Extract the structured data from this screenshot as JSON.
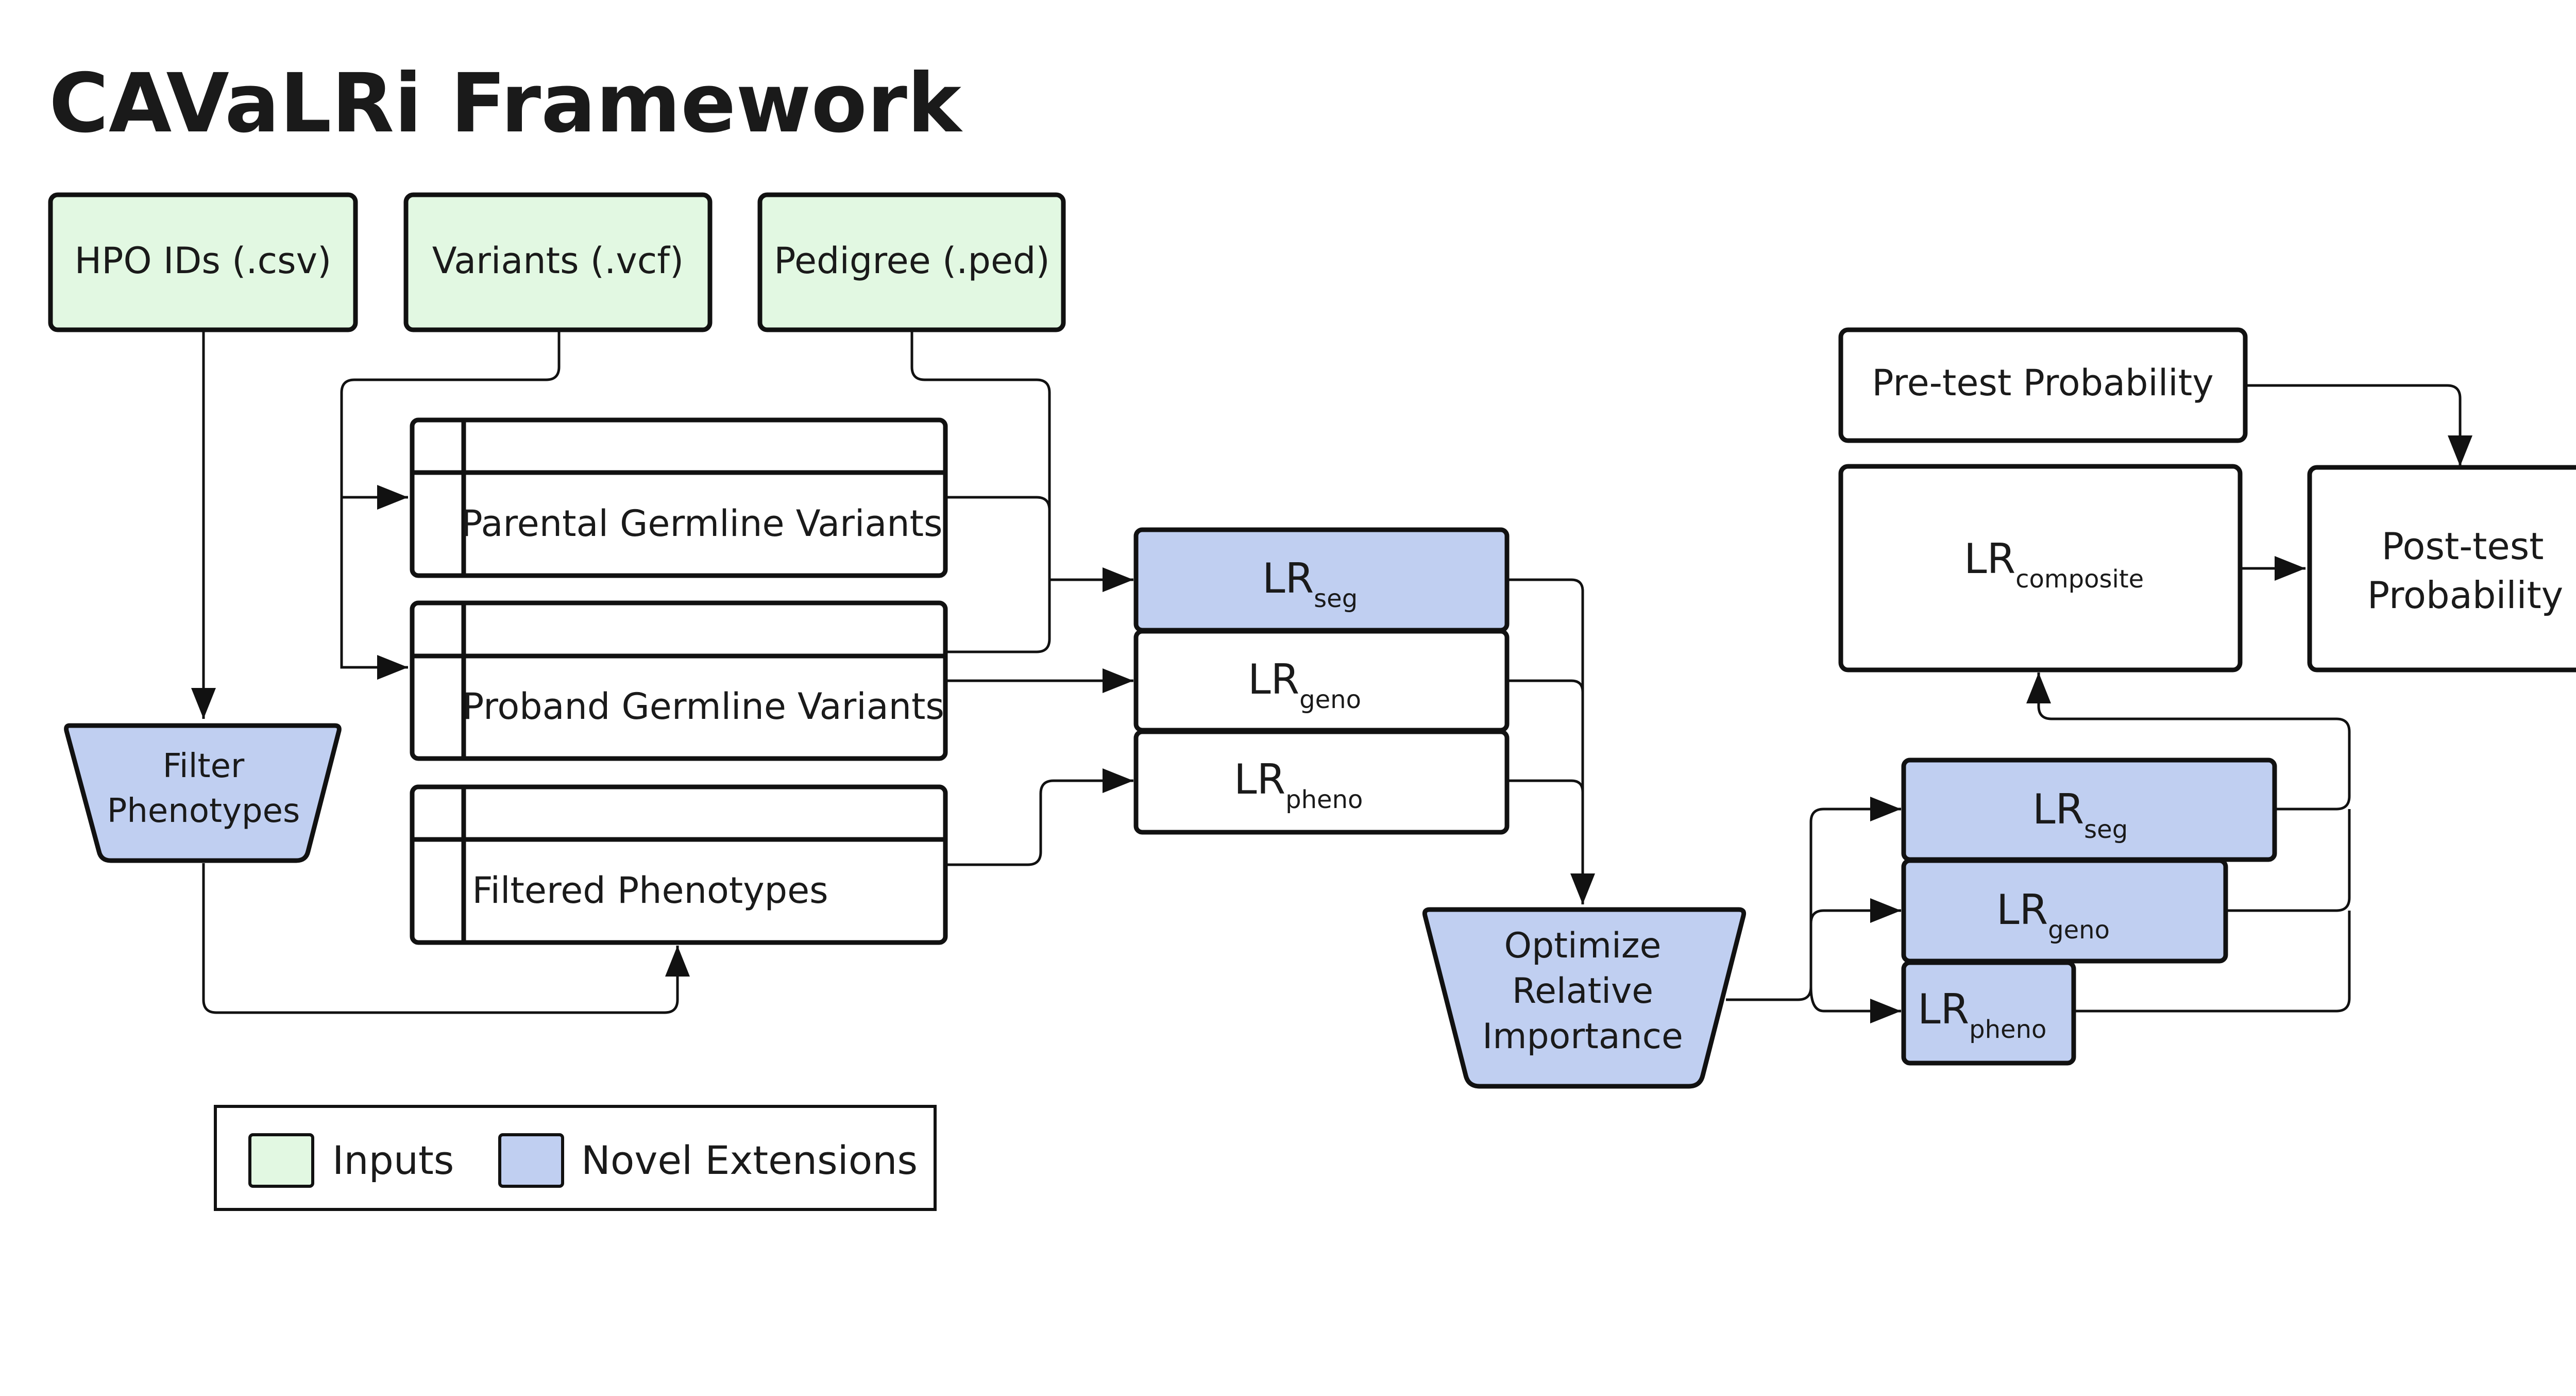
{
  "title": "CAVaLRi Framework",
  "colors": {
    "input_fill": "#e2f8e2",
    "novel_fill": "#c0cff1",
    "plain_fill": "#ffffff",
    "stroke": "#111111"
  },
  "inputs": {
    "hpo": "HPO IDs (.csv)",
    "variants": "Variants (.vcf)",
    "pedigree": "Pedigree (.ped)"
  },
  "tables": {
    "parental": "Parental Germline Variants",
    "proband": "Proband Germline Variants",
    "phenotypes": "Filtered Phenotypes"
  },
  "processes": {
    "filter_line1": "Filter",
    "filter_line2": "Phenotypes",
    "optimize_line1": "Optimize",
    "optimize_line2": "Relative",
    "optimize_line3": "Importance"
  },
  "lr": {
    "base": "LR",
    "seg": "seg",
    "geno": "geno",
    "pheno": "pheno",
    "composite": "composite"
  },
  "probability": {
    "pretest": "Pre-test Probability",
    "posttest_line1": "Post-test",
    "posttest_line2": "Probability"
  },
  "legend": {
    "inputs": "Inputs",
    "novel": "Novel Extensions"
  }
}
